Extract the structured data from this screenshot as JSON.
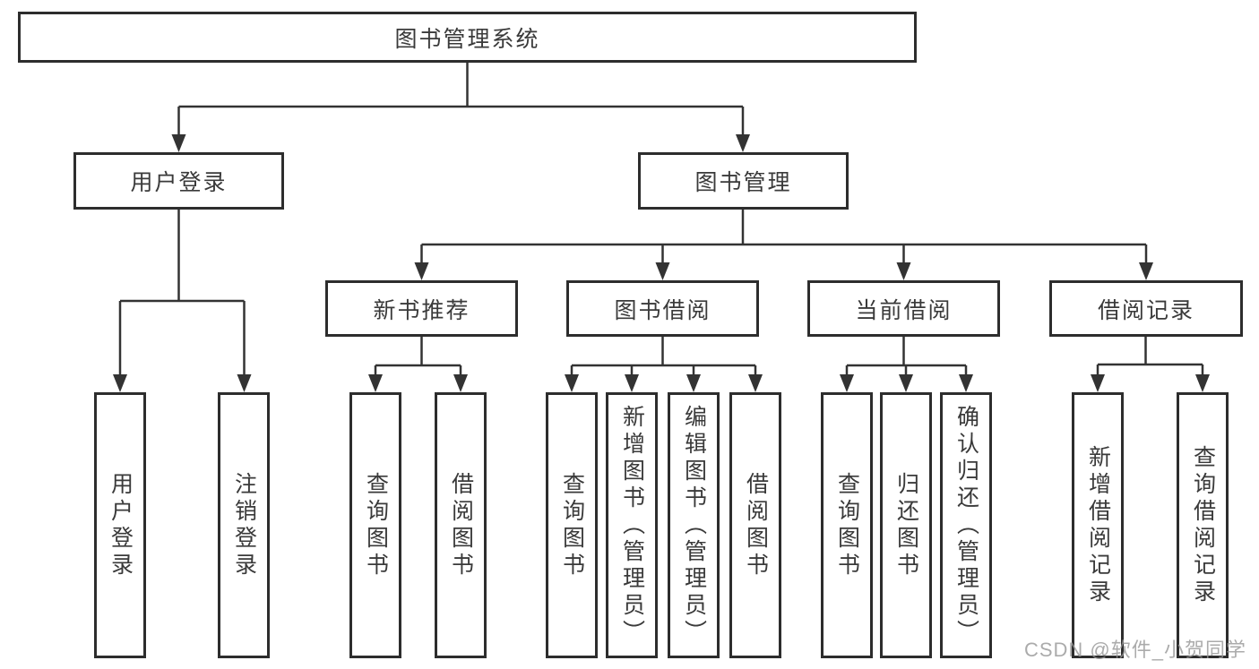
{
  "diagram": {
    "root": {
      "label": "图书管理系统"
    },
    "modules": [
      {
        "label": "用户登录",
        "children": [
          {
            "label": "用户登录"
          },
          {
            "label": "注销登录"
          }
        ]
      },
      {
        "label": "图书管理",
        "children": [
          {
            "label": "新书推荐",
            "children": [
              {
                "label": "查询图书"
              },
              {
                "label": "借阅图书"
              }
            ]
          },
          {
            "label": "图书借阅",
            "children": [
              {
                "label": "查询图书"
              },
              {
                "label": "新增图书（管理员）"
              },
              {
                "label": "编辑图书（管理员）"
              },
              {
                "label": "借阅图书"
              }
            ]
          },
          {
            "label": "当前借阅",
            "children": [
              {
                "label": "查询图书"
              },
              {
                "label": "归还图书"
              },
              {
                "label": "确认归还（管理员）"
              }
            ]
          },
          {
            "label": "借阅记录",
            "children": [
              {
                "label": "新增借阅记录"
              },
              {
                "label": "查询借阅记录"
              }
            ]
          }
        ]
      }
    ]
  },
  "watermark": {
    "text": "CSDN @软件_小贺同学"
  },
  "colors": {
    "line": "#333333",
    "box_border": "#2d2d2d",
    "text": "#3a3a3a",
    "background": "#ffffff",
    "watermark": "#969696"
  }
}
